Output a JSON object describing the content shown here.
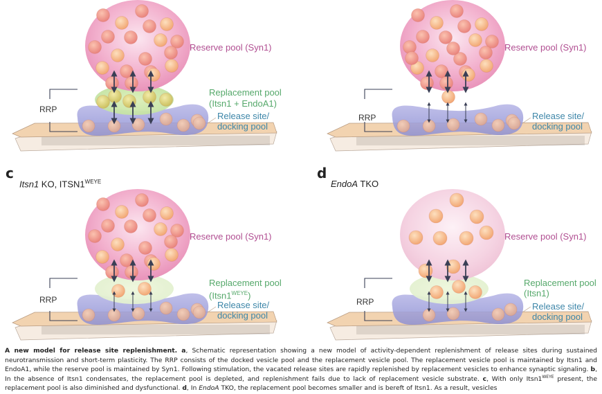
{
  "panels": [
    {
      "id": "a",
      "letter": "",
      "title": "",
      "reserve_label": "Reserve pool (Syn1)",
      "replacement_label_line1": "Replacement pool",
      "replacement_label_line2": "(Itsn1 + EndoA1)",
      "release_label_line1": "Release site/",
      "release_label_line2": "docking pool",
      "rrp_label": "RRP",
      "reserve_vesicle_count": 20,
      "replacement_vesicle_count": 5,
      "docked_vesicle_count": 7
    },
    {
      "id": "b",
      "letter": "",
      "title": "",
      "reserve_label": "Reserve pool (Syn1)",
      "release_label_line1": "Release site/",
      "release_label_line2": "docking pool",
      "rrp_label": "RRP",
      "reserve_vesicle_count": 22,
      "replacement_vesicle_count": 1,
      "docked_vesicle_count": 7
    },
    {
      "id": "c",
      "letter": "c",
      "title_italic": "Itsn1",
      "title_rest": " KO, ITSN1",
      "title_sup": "WEYE",
      "reserve_label": "Reserve pool (Syn1)",
      "replacement_label_line1": "Replacement pool",
      "replacement_label_line2_pre": "(Itsn1",
      "replacement_label_line2_sup": "WEYE",
      "replacement_label_line2_post": ")",
      "release_label_line1": "Release site/",
      "release_label_line2": "docking pool",
      "rrp_label": "RRP",
      "reserve_vesicle_count": 20,
      "replacement_vesicle_count": 2,
      "docked_vesicle_count": 7
    },
    {
      "id": "d",
      "letter": "d",
      "title_italic": "EndoA",
      "title_rest": " TKO",
      "reserve_label": "Reserve pool (Syn1)",
      "replacement_label_line1": "Replacement pool",
      "replacement_label_line2": "(Itsn1)",
      "release_label_line1": "Release site/",
      "release_label_line2": "docking pool",
      "rrp_label": "RRP",
      "reserve_vesicle_count": 9,
      "replacement_vesicle_count": 3,
      "docked_vesicle_count": 4
    }
  ],
  "caption": {
    "title": "A new model for release site replenishment.",
    "a_letter": "a",
    "a_text": ", Schematic representation showing a new model of activity-dependent replenishment of release sites during sustained neurotransmission and short-term plasticity. The RRP consists of the docked vesicle pool and the replacement vesicle pool. The replacement vesicle pool is maintained by Itsn1 and EndoA1, while the reserve pool is maintained by Syn1. Following stimulation, the vacated release sites are rapidly replenished by replacement vesicles to enhance synaptic signaling.",
    "b_letter": "b",
    "b_text": ", In the absence of Itsn1 condensates, the replacement pool is depleted, and replenishment fails due to lack of replacement vesicle substrate.",
    "c_letter": "c",
    "c_text_pre": ", With only Itsn1",
    "c_sup": "WEYE",
    "c_text_post": " present, the replacement pool is also diminished and dysfunctional.",
    "d_letter": "d",
    "d_text_pre": ", In ",
    "d_italic": "EndoA",
    "d_text_post": " TKO, the replacement pool becomes smaller and is bereft of Itsn1. As a result, vesicles"
  },
  "colors": {
    "reserve_text": "#b14f92",
    "replacement_text": "#55a86a",
    "release_text": "#3d86a8",
    "reserve_pool_fill": "#f0a6c8",
    "replacement_pool_fill": "#cfe8b0",
    "release_site_fill": "#9fa0dc",
    "membrane_fill": "#f2d3b0",
    "vesicle_pink": "#ee8f8a",
    "vesicle_orange": "#f6b98a",
    "vesicle_yellow": "#d8d070",
    "arrow": "#3a3f55"
  }
}
